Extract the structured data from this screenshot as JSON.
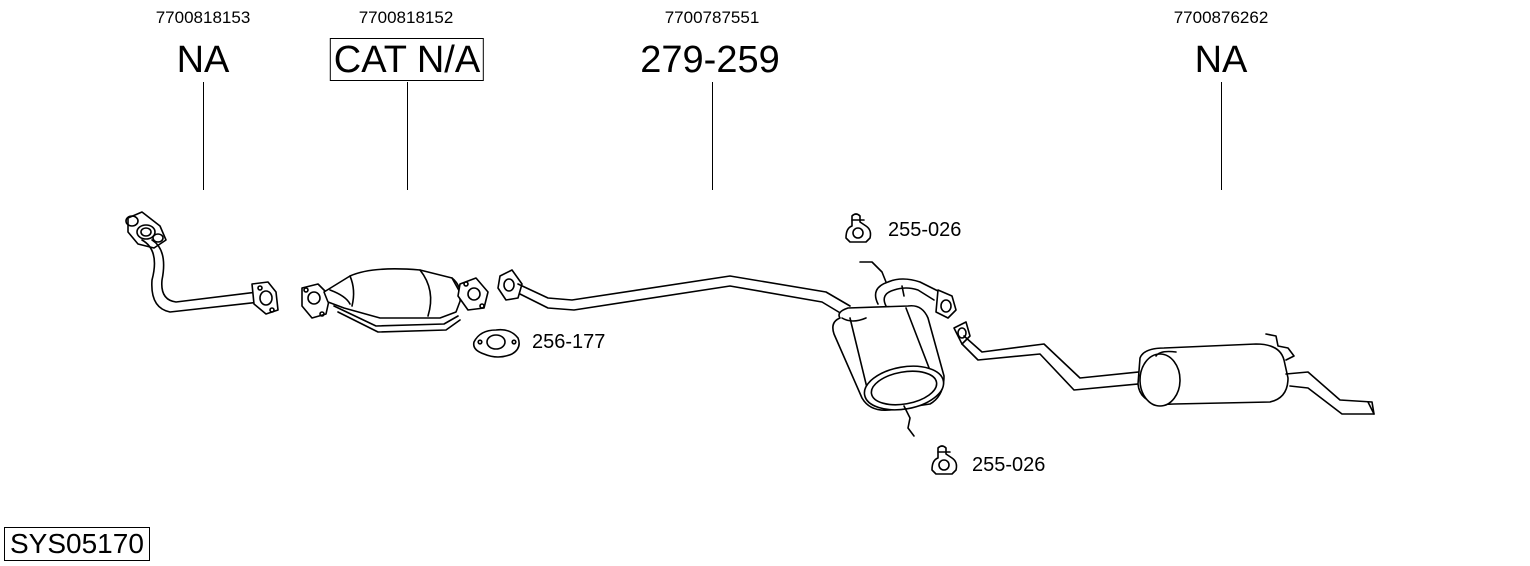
{
  "parts": [
    {
      "oem": "7700818153",
      "label": "NA",
      "boxed": false
    },
    {
      "oem": "7700818152",
      "label": "CAT N/A",
      "boxed": true
    },
    {
      "oem": "7700787551",
      "label": "279-259",
      "boxed": false
    },
    {
      "oem": "7700876262",
      "label": "NA",
      "boxed": false
    }
  ],
  "accessories": {
    "gasket": "256-177",
    "hanger_top": "255-026",
    "hanger_bottom": "255-026"
  },
  "system_id": "SYS05170"
}
